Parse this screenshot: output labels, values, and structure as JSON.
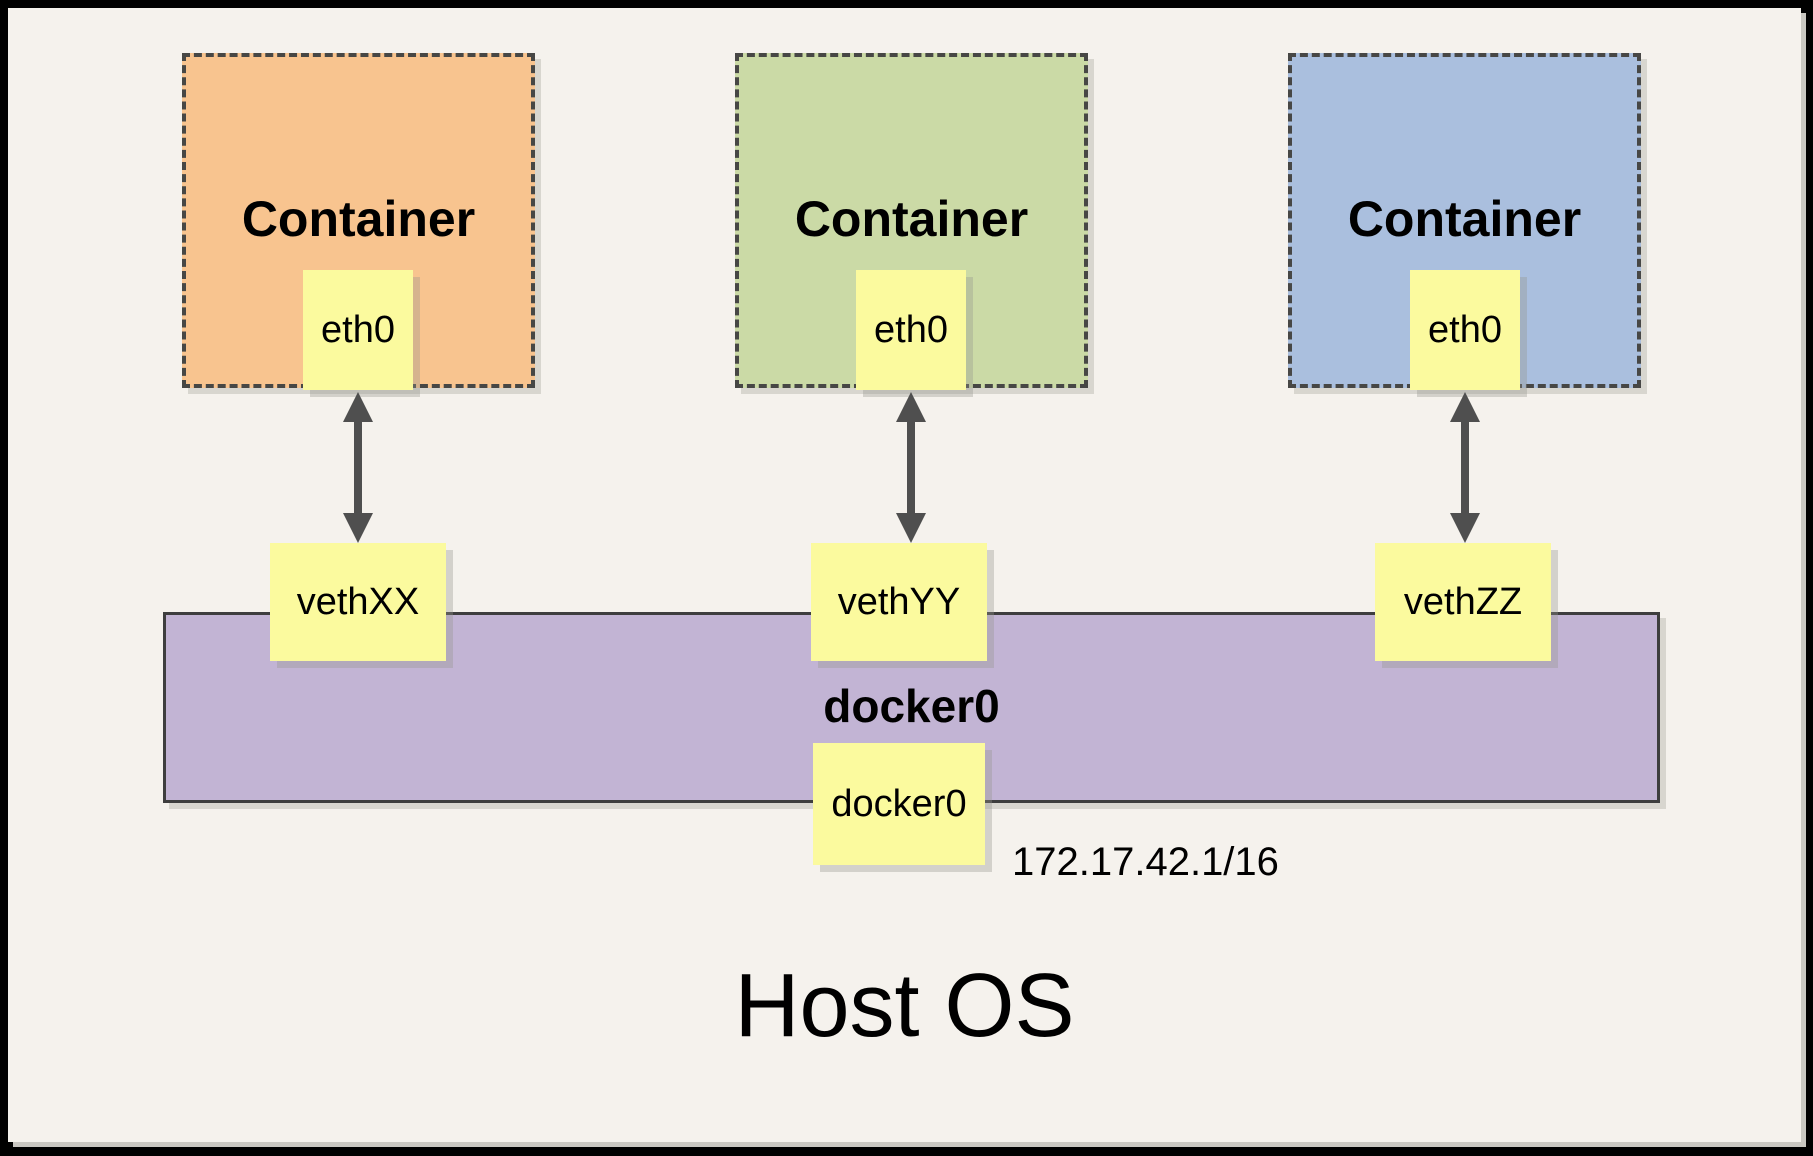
{
  "containers": [
    {
      "name": "Container",
      "eth": "eth0",
      "veth": "vethXX",
      "fill": "#F8C48F"
    },
    {
      "name": "Container",
      "eth": "eth0",
      "veth": "vethYY",
      "fill": "#CBDAA6"
    },
    {
      "name": "Container",
      "eth": "eth0",
      "veth": "vethZZ",
      "fill": "#AABFDE"
    }
  ],
  "bridge": {
    "label": "docker0",
    "port_label": "docker0",
    "ip": "172.17.42.1/16",
    "fill": "#C2B4D4"
  },
  "host": {
    "label": "Host OS"
  },
  "colors": {
    "page_bg": "#F5F2ED",
    "note_fill": "#FBFA9E",
    "dashed_border": "#474745",
    "arrow": "#4F4F4F",
    "frame": "#000000"
  }
}
